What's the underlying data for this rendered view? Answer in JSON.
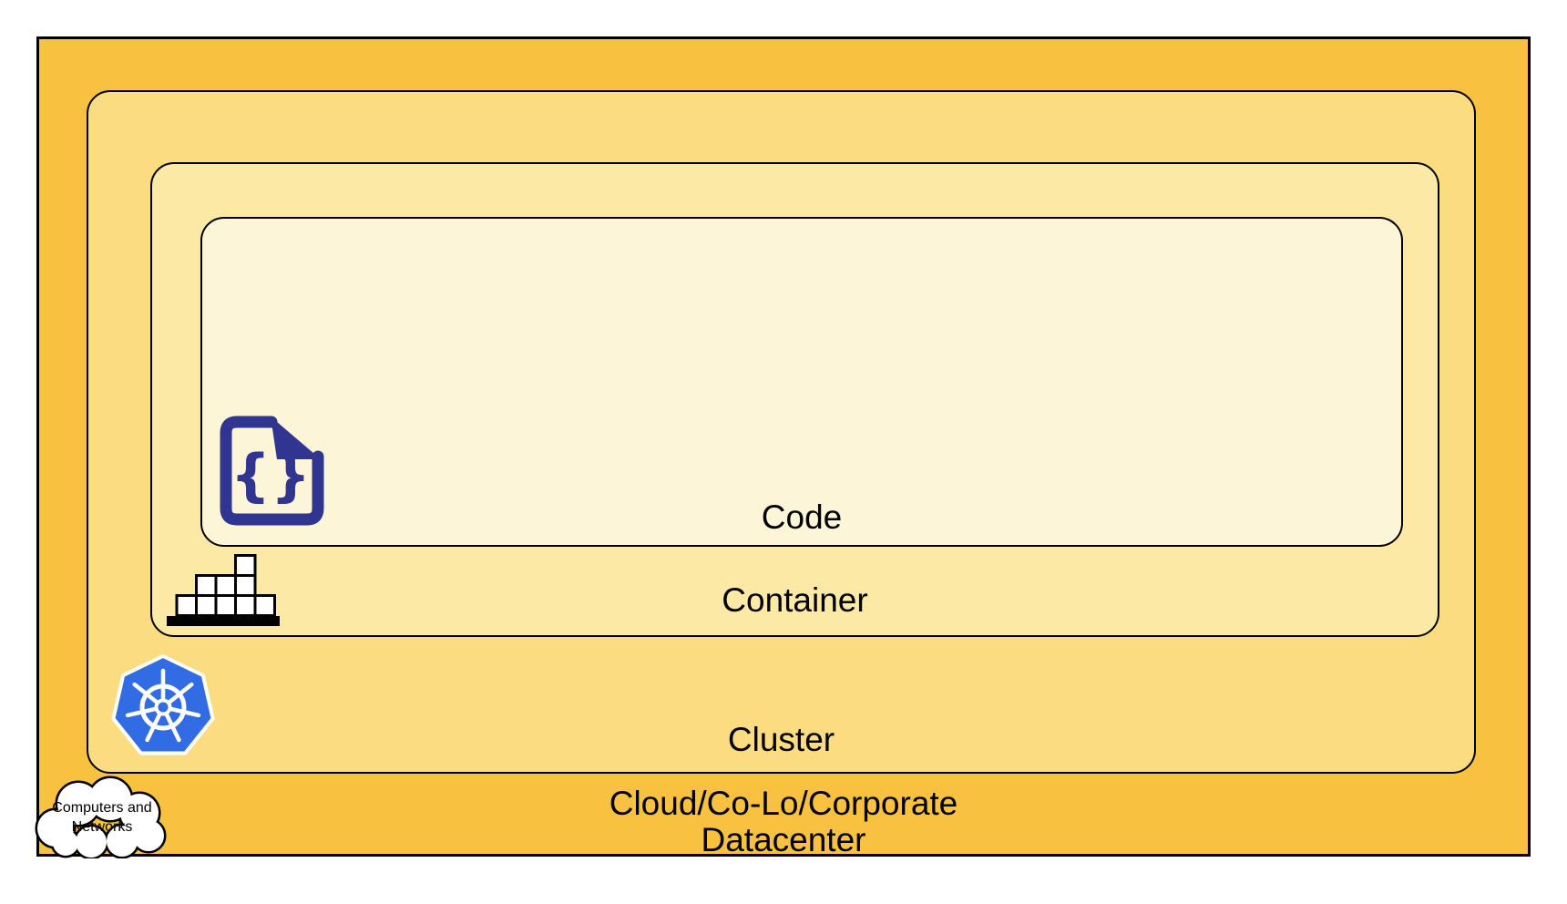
{
  "diagram": {
    "layers": [
      {
        "id": "code",
        "label": "Code"
      },
      {
        "id": "container",
        "label": "Container"
      },
      {
        "id": "cluster",
        "label": "Cluster"
      },
      {
        "id": "datacenter",
        "label_line1": "Cloud/Co-Lo/Corporate",
        "label_line2": "Datacenter"
      }
    ],
    "cloud_badge": {
      "line1": "Computers and",
      "line2": "Networks"
    },
    "icons": {
      "code_glyph": "{}",
      "code": "code-file-icon",
      "container": "container-blocks-icon",
      "cluster": "kubernetes-icon",
      "datacenter": "computers-networks-cloud-icon"
    },
    "colors": {
      "datacenter_fill": "#F8C13F",
      "cluster_fill": "#FCDC80",
      "container_fill": "#FCE9A6",
      "code_fill": "#FDF5D8",
      "outline": "#000000",
      "code_icon_navy": "#2F3590",
      "kubernetes_blue": "#326CE5",
      "block_fill": "#FFFFFF"
    }
  }
}
